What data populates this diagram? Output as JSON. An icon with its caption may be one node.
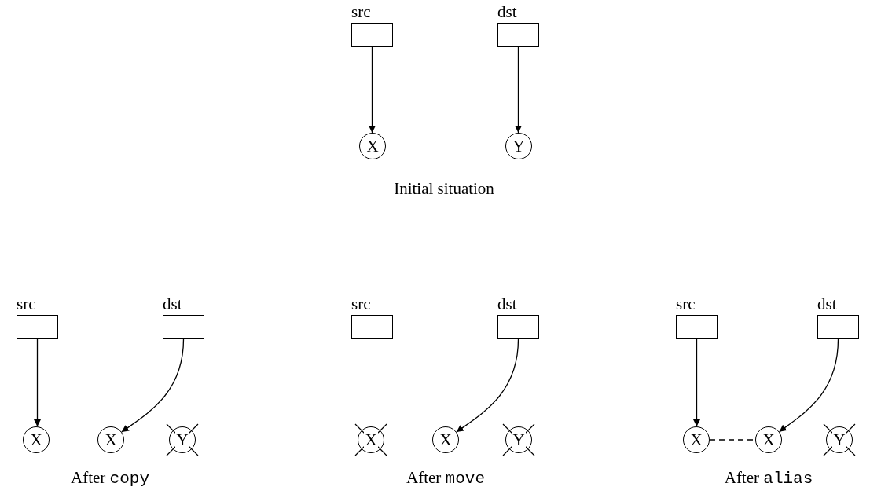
{
  "diagram": {
    "nodes": [
      {
        "text": [
          "src"
        ]
      },
      {
        "text": [
          "dst"
        ]
      },
      {
        "text": [
          "X"
        ]
      },
      {
        "text": [
          "Y"
        ]
      },
      {
        "text": [
          "src"
        ]
      },
      {
        "text": [
          "dst"
        ]
      },
      {
        "text": [
          "X"
        ]
      },
      {
        "text": [
          "X"
        ]
      },
      {
        "text": [
          "Y"
        ]
      },
      {
        "text": [
          "src"
        ]
      },
      {
        "text": [
          "dst"
        ]
      },
      {
        "text": [
          "X"
        ]
      },
      {
        "text": [
          "X"
        ]
      },
      {
        "text": [
          "Y"
        ]
      },
      {
        "text": [
          "src"
        ]
      },
      {
        "text": [
          "dst"
        ]
      },
      {
        "text": [
          "X"
        ]
      },
      {
        "text": [
          "X"
        ]
      },
      {
        "text": [
          "Y"
        ]
      }
    ],
    "edges": [
      {
        "from": 0,
        "to": 2,
        "arrow": "to"
      },
      {
        "from": 1,
        "to": 3,
        "arrow": "to"
      },
      {
        "from": 4,
        "to": 6,
        "arrow": "to"
      },
      {
        "from": 5,
        "to": 7,
        "arrow": "to"
      },
      {
        "from": 10,
        "to": 12,
        "arrow": "to"
      },
      {
        "from": 14,
        "to": 16,
        "arrow": "to"
      },
      {
        "from": 15,
        "to": 17,
        "arrow": "to"
      },
      {
        "from": 16,
        "to": 17,
        "arrow": "none",
        "style": "dashed"
      }
    ],
    "labels": [
      "Initial situation",
      "After copy",
      "After move",
      "After alias"
    ]
  }
}
